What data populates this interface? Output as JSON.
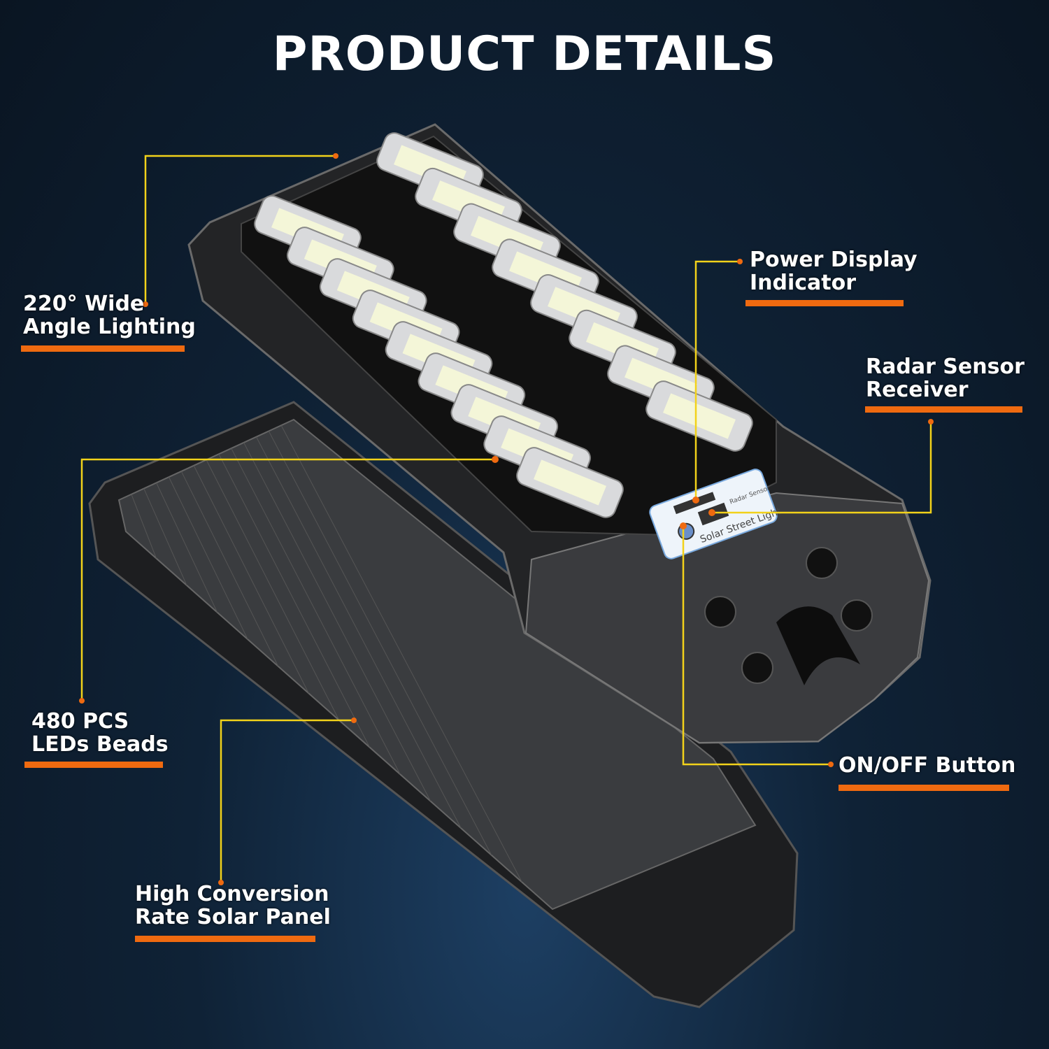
{
  "title": "PRODUCT DETAILS",
  "product_label": {
    "radar_text": "Radar Sensor",
    "brand_text": "Solar Street Light"
  },
  "callouts": [
    {
      "line1": "220° Wide",
      "line2": "Angle Lighting"
    },
    {
      "line1": "Power Display",
      "line2": "Indicator"
    },
    {
      "line1": "Radar Sensor",
      "line2": "Receiver"
    },
    {
      "line1": "480 PCS",
      "line2": "LEDs Beads"
    },
    {
      "line1": "ON/OFF Button",
      "line2": ""
    },
    {
      "line1": "High Conversion",
      "line2": "Rate Solar Panel"
    }
  ],
  "colors": {
    "background": "#0f2236",
    "leader_line": "#f2d21a",
    "underline": "#ef6a10",
    "housing": "#2a2b2d"
  }
}
